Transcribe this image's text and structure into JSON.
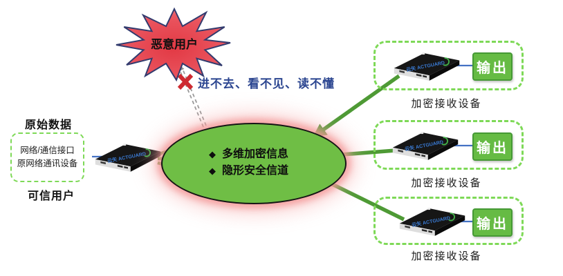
{
  "attacker": {
    "label": "恶意用户",
    "blocked_text": "进不去、看不见、读不懂"
  },
  "source": {
    "title": "原始数据",
    "interface_line1": "网络/通信接口",
    "interface_line2": "原网络通讯设备",
    "user_label": "可信用户"
  },
  "channel": {
    "bullet_glyph": "◆",
    "bullet1": "多维加密信息",
    "bullet2": "隐形安全信道"
  },
  "device_logo": "云矢 ACTGUARD",
  "receivers": [
    {
      "output_label": "输出",
      "caption": "加密接收设备"
    },
    {
      "output_label": "输出",
      "caption": "加密接收设备"
    },
    {
      "output_label": "输出",
      "caption": "加密接收设备"
    }
  ],
  "colors": {
    "channel_green": "#6fbe45",
    "arrow_green": "#4e9a35",
    "dashed_green": "#7ed957",
    "button_green": "#66bb44",
    "connector_blue": "#4472c4",
    "blocked_text_blue": "#2b4590",
    "cross_red": "#ce2a31",
    "burst_red": "#e4404b"
  }
}
